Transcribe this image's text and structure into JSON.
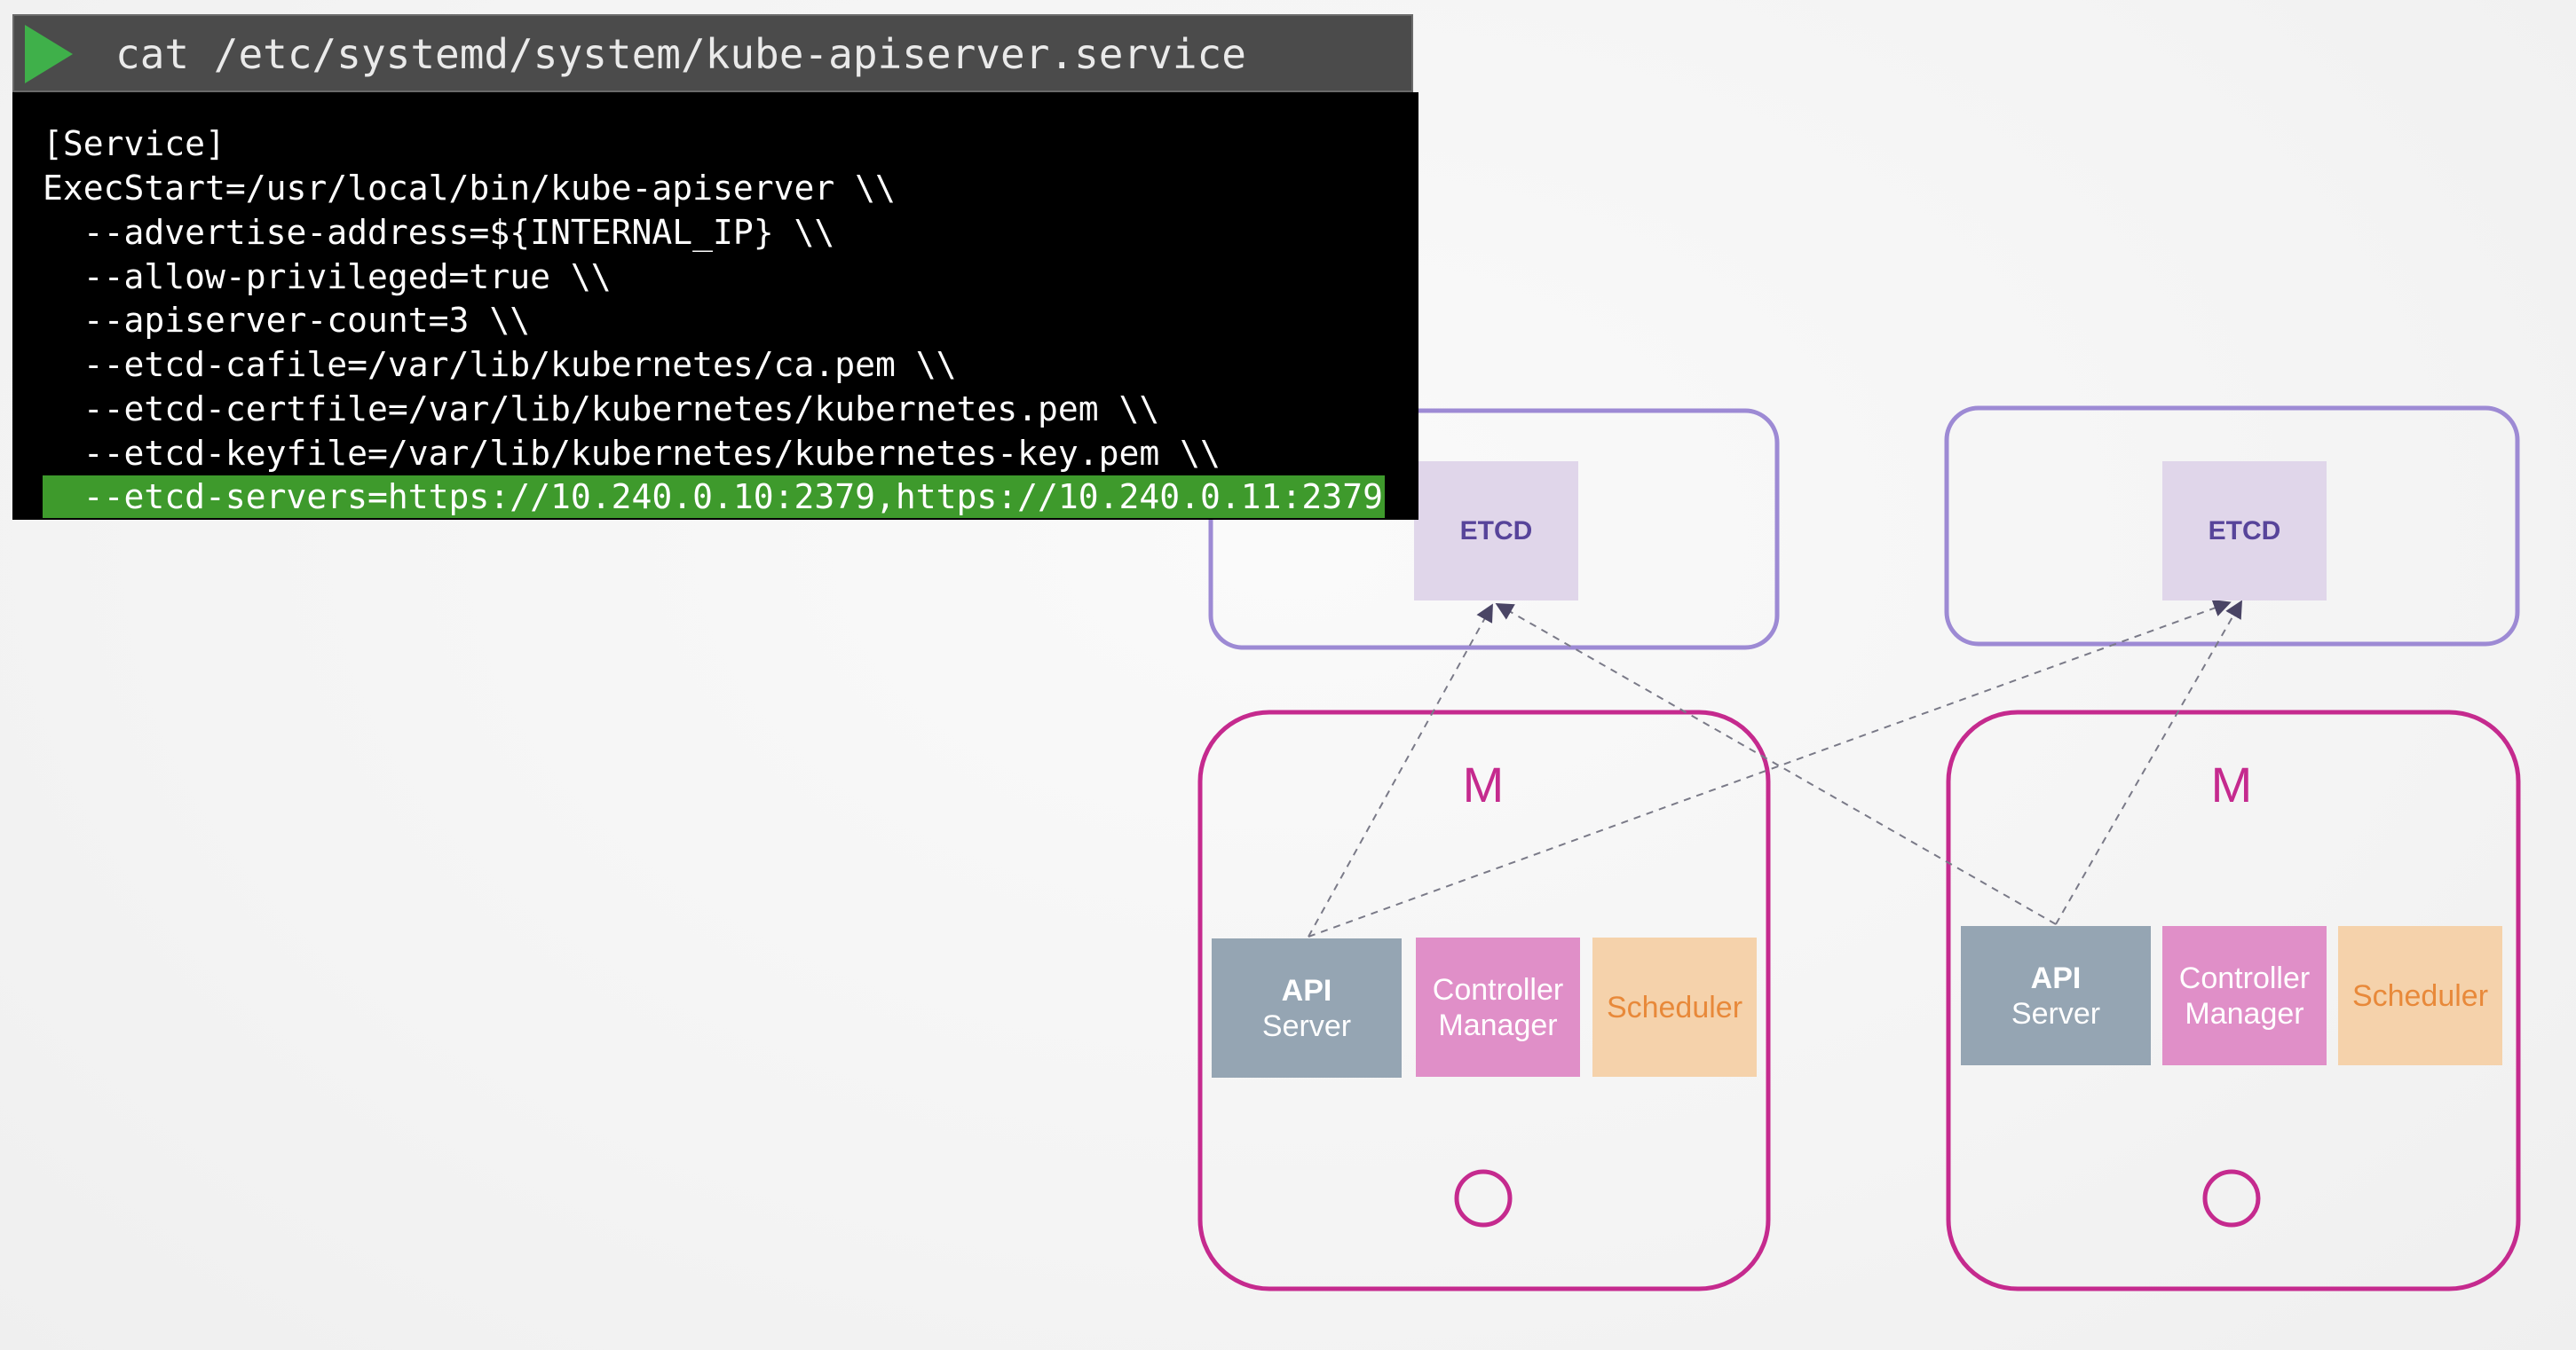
{
  "terminal": {
    "command": "cat /etc/systemd/system/kube-apiserver.service",
    "lines": [
      "[Service]",
      "ExecStart=/usr/local/bin/kube-apiserver \\\\",
      "  --advertise-address=${INTERNAL_IP} \\\\",
      "  --allow-privileged=true \\\\",
      "  --apiserver-count=3 \\\\",
      "  --etcd-cafile=/var/lib/kubernetes/ca.pem \\\\",
      "  --etcd-certfile=/var/lib/kubernetes/kubernetes.pem \\\\",
      "  --etcd-keyfile=/var/lib/kubernetes/kubernetes-key.pem \\\\",
      "  --etcd-servers=https://10.240.0.10:2379,https://10.240.0.11:2379"
    ],
    "highlighted_line_index": 8,
    "highlight_color": "#3e9a2c"
  },
  "diagram": {
    "etcd_nodes": [
      {
        "label": "ETCD"
      },
      {
        "label": "ETCD"
      }
    ],
    "master_nodes": [
      {
        "label": "M",
        "components": {
          "api_bold": "API",
          "api_sub": "Server",
          "controller_line1": "Controller",
          "controller_line2": "Manager",
          "scheduler": "Scheduler"
        }
      },
      {
        "label": "M",
        "components": {
          "api_bold": "API",
          "api_sub": "Server",
          "controller_line1": "Controller",
          "controller_line2": "Manager",
          "scheduler": "Scheduler"
        }
      }
    ],
    "colors": {
      "etcd_border": "#9d8ad4",
      "master_border": "#c52a8e",
      "api": "#95a5b3",
      "controller": "#e08fc8",
      "scheduler": "#f5d2ab",
      "arrow": "#4a4565"
    }
  }
}
